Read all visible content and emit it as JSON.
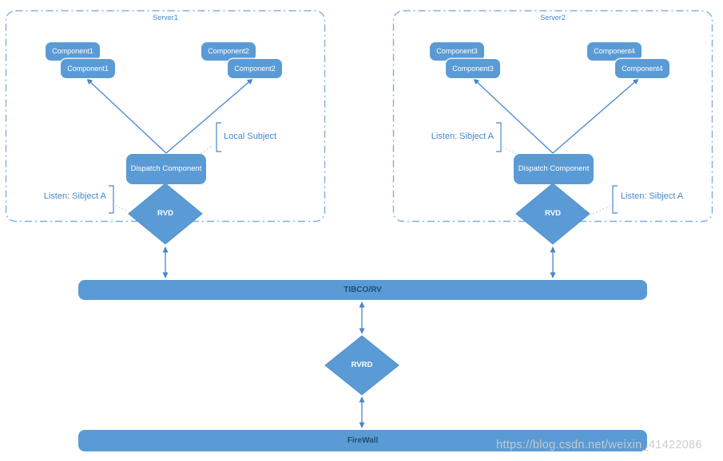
{
  "colors": {
    "node_blue": "#5b9bd5",
    "bar_text_navy": "#1f4e79",
    "label_blue": "#4788c8",
    "dash_border_blue": "#7fafdf",
    "arrow_blue": "#4a86c8",
    "watermark_gray": "#cbcbcb"
  },
  "server1": {
    "title": "Server1",
    "component1_back": "Component1",
    "component1_front": "Component1",
    "component2_back": "Component2",
    "component2_front": "Component2",
    "dispatch": "Dispatch Component",
    "rvd": "RVD",
    "local_subject_label": "Local Subject",
    "listen_label": "Listen: Sibject A"
  },
  "server2": {
    "title": "Server2",
    "component3_back": "Component3",
    "component3_front": "Component3",
    "component4_back": "Component4",
    "component4_front": "Component4",
    "dispatch": "Dispatch Component",
    "rvd": "RVD",
    "listen_label_left": "Listen: Sibject A",
    "listen_label_right": "Listen: Sibject A"
  },
  "bus_bar": {
    "label": "TIBCO/RV"
  },
  "rvrd": {
    "label": "RVRD"
  },
  "firewall_bar": {
    "label": "FireWall"
  },
  "watermark": {
    "text": "https://blog.csdn.net/weixin_41422086"
  }
}
